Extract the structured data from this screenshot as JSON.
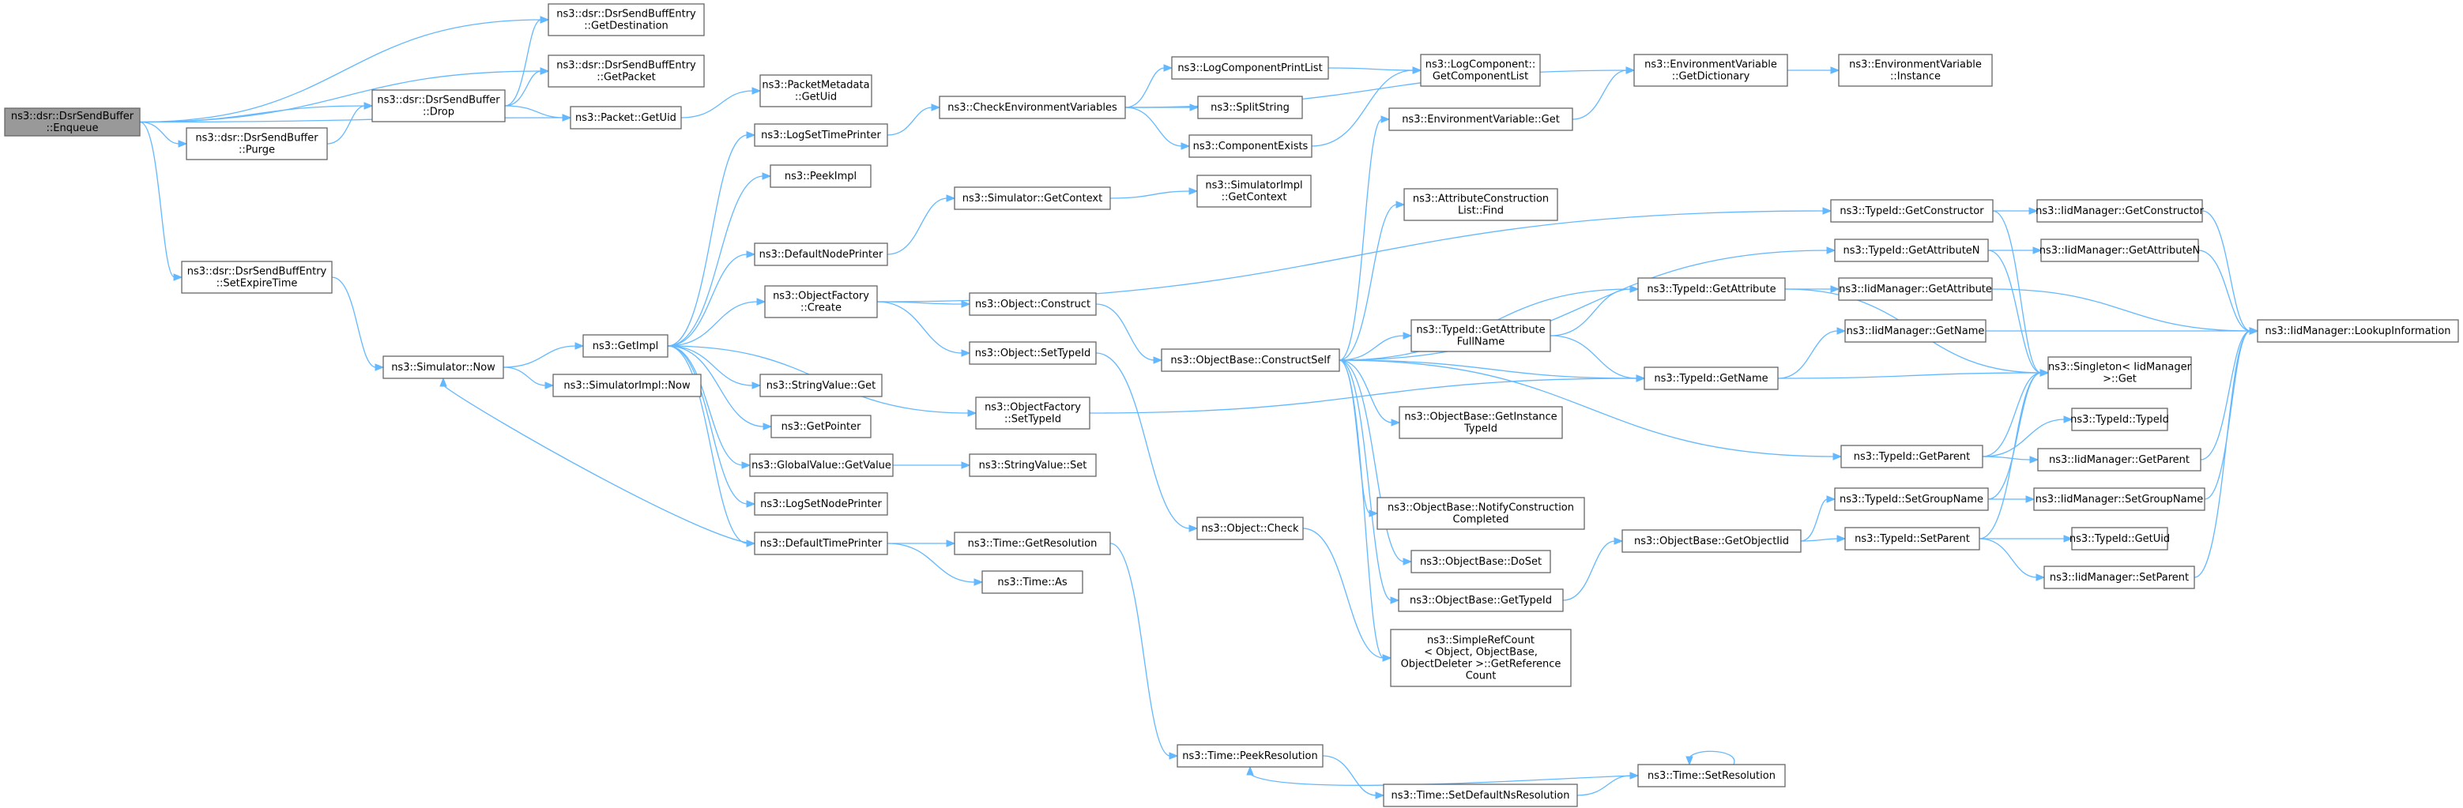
{
  "title": "",
  "nodes": [
    {
      "id": "enqueue",
      "lines": [
        "ns3::dsr::DsrSendBuffer",
        "::Enqueue"
      ],
      "root": true
    },
    {
      "id": "getdest",
      "lines": [
        "ns3::dsr::DsrSendBuffEntry",
        "::GetDestination"
      ]
    },
    {
      "id": "getpacket",
      "lines": [
        "ns3::dsr::DsrSendBuffEntry",
        "::GetPacket"
      ]
    },
    {
      "id": "drop",
      "lines": [
        "ns3::dsr::DsrSendBuffer",
        "::Drop"
      ]
    },
    {
      "id": "pktgetuid",
      "lines": [
        "ns3::Packet::GetUid"
      ]
    },
    {
      "id": "purge",
      "lines": [
        "ns3::dsr::DsrSendBuffer",
        "::Purge"
      ]
    },
    {
      "id": "setexpire",
      "lines": [
        "ns3::dsr::DsrSendBuffEntry",
        "::SetExpireTime"
      ]
    },
    {
      "id": "pmgetuid",
      "lines": [
        "ns3::PacketMetadata",
        "::GetUid"
      ]
    },
    {
      "id": "simnow",
      "lines": [
        "ns3::Simulator::Now"
      ]
    },
    {
      "id": "getimpl",
      "lines": [
        "ns3::GetImpl"
      ]
    },
    {
      "id": "simimplnow",
      "lines": [
        "ns3::SimulatorImpl::Now"
      ]
    },
    {
      "id": "logsettime",
      "lines": [
        "ns3::LogSetTimePrinter"
      ]
    },
    {
      "id": "peekimpl",
      "lines": [
        "ns3::PeekImpl"
      ]
    },
    {
      "id": "defnodeprinter",
      "lines": [
        "ns3::DefaultNodePrinter"
      ]
    },
    {
      "id": "ofcreate",
      "lines": [
        "ns3::ObjectFactory",
        "::Create"
      ]
    },
    {
      "id": "svget",
      "lines": [
        "ns3::StringValue::Get"
      ]
    },
    {
      "id": "getpointer",
      "lines": [
        "ns3::GetPointer"
      ]
    },
    {
      "id": "gvgetvalue",
      "lines": [
        "ns3::GlobalValue::GetValue"
      ]
    },
    {
      "id": "logsetnode",
      "lines": [
        "ns3::LogSetNodePrinter"
      ]
    },
    {
      "id": "deftimeprinter",
      "lines": [
        "ns3::DefaultTimePrinter"
      ]
    },
    {
      "id": "checkenv",
      "lines": [
        "ns3::CheckEnvironmentVariables"
      ]
    },
    {
      "id": "simgetctx",
      "lines": [
        "ns3::Simulator::GetContext"
      ]
    },
    {
      "id": "objconstruct",
      "lines": [
        "ns3::Object::Construct"
      ]
    },
    {
      "id": "objsettypeid",
      "lines": [
        "ns3::Object::SetTypeId"
      ]
    },
    {
      "id": "ofsettypeid",
      "lines": [
        "ns3::ObjectFactory",
        "::SetTypeId"
      ]
    },
    {
      "id": "svset",
      "lines": [
        "ns3::StringValue::Set"
      ]
    },
    {
      "id": "timegetres",
      "lines": [
        "ns3::Time::GetResolution"
      ]
    },
    {
      "id": "timeas",
      "lines": [
        "ns3::Time::As"
      ]
    },
    {
      "id": "logcompprint",
      "lines": [
        "ns3::LogComponentPrintList"
      ]
    },
    {
      "id": "splitstring",
      "lines": [
        "ns3::SplitString"
      ]
    },
    {
      "id": "compexists",
      "lines": [
        "ns3::ComponentExists"
      ]
    },
    {
      "id": "simimplgetctx",
      "lines": [
        "ns3::SimulatorImpl",
        "::GetContext"
      ]
    },
    {
      "id": "obconstructself",
      "lines": [
        "ns3::ObjectBase::ConstructSelf"
      ]
    },
    {
      "id": "objcheck",
      "lines": [
        "ns3::Object::Check"
      ]
    },
    {
      "id": "timepeekres",
      "lines": [
        "ns3::Time::PeekResolution"
      ]
    },
    {
      "id": "timesetdefns",
      "lines": [
        "ns3::Time::SetDefaultNsResolution"
      ]
    },
    {
      "id": "logcompgetlist",
      "lines": [
        "ns3::LogComponent::",
        "GetComponentList"
      ]
    },
    {
      "id": "envget",
      "lines": [
        "ns3::EnvironmentVariable::Get"
      ]
    },
    {
      "id": "attrfind",
      "lines": [
        "ns3::AttributeConstruction",
        "List::Find"
      ]
    },
    {
      "id": "tigetattrfull",
      "lines": [
        "ns3::TypeId::GetAttribute",
        "FullName"
      ]
    },
    {
      "id": "obgetinstance",
      "lines": [
        "ns3::ObjectBase::GetInstance",
        "TypeId"
      ]
    },
    {
      "id": "obnotify",
      "lines": [
        "ns3::ObjectBase::NotifyConstruction",
        "Completed"
      ]
    },
    {
      "id": "obdoset",
      "lines": [
        "ns3::ObjectBase::DoSet"
      ]
    },
    {
      "id": "obgettypeid",
      "lines": [
        "ns3::ObjectBase::GetTypeId"
      ]
    },
    {
      "id": "srcgetref",
      "lines": [
        "ns3::SimpleRefCount",
        "< Object, ObjectBase,",
        "ObjectDeleter >::GetReference",
        "Count"
      ]
    },
    {
      "id": "envgetdict",
      "lines": [
        "ns3::EnvironmentVariable",
        "::GetDictionary"
      ]
    },
    {
      "id": "obgetobjtid",
      "lines": [
        "ns3::ObjectBase::GetObjectIid"
      ]
    },
    {
      "id": "timesetres",
      "lines": [
        "ns3::Time::SetResolution"
      ]
    },
    {
      "id": "envinstance",
      "lines": [
        "ns3::EnvironmentVariable",
        "::Instance"
      ]
    },
    {
      "id": "tigetconstructor",
      "lines": [
        "ns3::TypeId::GetConstructor"
      ]
    },
    {
      "id": "tigetattrn",
      "lines": [
        "ns3::TypeId::GetAttributeN"
      ]
    },
    {
      "id": "tigetattribute",
      "lines": [
        "ns3::TypeId::GetAttribute"
      ]
    },
    {
      "id": "tigetname",
      "lines": [
        "ns3::TypeId::GetName"
      ]
    },
    {
      "id": "tigetparent",
      "lines": [
        "ns3::TypeId::GetParent"
      ]
    },
    {
      "id": "tisetgroup",
      "lines": [
        "ns3::TypeId::SetGroupName"
      ]
    },
    {
      "id": "tisetparent",
      "lines": [
        "ns3::TypeId::SetParent"
      ]
    },
    {
      "id": "imgetconstructor",
      "lines": [
        "ns3::IidManager::GetConstructor"
      ]
    },
    {
      "id": "imgetattrn",
      "lines": [
        "ns3::IidManager::GetAttributeN"
      ]
    },
    {
      "id": "imgetattribute",
      "lines": [
        "ns3::IidManager::GetAttribute"
      ]
    },
    {
      "id": "imgetname",
      "lines": [
        "ns3::IidManager::GetName"
      ]
    },
    {
      "id": "singletonget",
      "lines": [
        "ns3::Singleton< IidManager",
        " >::Get"
      ]
    },
    {
      "id": "titypeid",
      "lines": [
        "ns3::TypeId::TypeId"
      ]
    },
    {
      "id": "imgetparent",
      "lines": [
        "ns3::IidManager::GetParent"
      ]
    },
    {
      "id": "imsetgroup",
      "lines": [
        "ns3::IidManager::SetGroupName"
      ]
    },
    {
      "id": "tigetuid",
      "lines": [
        "ns3::TypeId::GetUid"
      ]
    },
    {
      "id": "imsetparent",
      "lines": [
        "ns3::IidManager::SetParent"
      ]
    },
    {
      "id": "imlookup",
      "lines": [
        "ns3::IidManager::LookupInformation"
      ]
    }
  ],
  "edges": [
    [
      "enqueue",
      "getdest"
    ],
    [
      "enqueue",
      "getpacket"
    ],
    [
      "enqueue",
      "drop"
    ],
    [
      "enqueue",
      "pktgetuid"
    ],
    [
      "enqueue",
      "purge"
    ],
    [
      "enqueue",
      "setexpire"
    ],
    [
      "drop",
      "getdest"
    ],
    [
      "drop",
      "getpacket"
    ],
    [
      "drop",
      "pktgetuid"
    ],
    [
      "purge",
      "drop"
    ],
    [
      "pktgetuid",
      "pmgetuid"
    ],
    [
      "setexpire",
      "simnow"
    ],
    [
      "simnow",
      "getimpl"
    ],
    [
      "simnow",
      "simimplnow"
    ],
    [
      "getimpl",
      "logsettime"
    ],
    [
      "getimpl",
      "peekimpl"
    ],
    [
      "getimpl",
      "defnodeprinter"
    ],
    [
      "getimpl",
      "ofcreate"
    ],
    [
      "getimpl",
      "svget"
    ],
    [
      "getimpl",
      "getpointer"
    ],
    [
      "getimpl",
      "gvgetvalue"
    ],
    [
      "getimpl",
      "logsetnode"
    ],
    [
      "getimpl",
      "deftimeprinter"
    ],
    [
      "getimpl",
      "ofsettypeid"
    ],
    [
      "logsettime",
      "checkenv"
    ],
    [
      "defnodeprinter",
      "simgetctx"
    ],
    [
      "ofcreate",
      "objconstruct"
    ],
    [
      "ofcreate",
      "objsettypeid"
    ],
    [
      "ofcreate",
      "tigetconstructor"
    ],
    [
      "gvgetvalue",
      "svset"
    ],
    [
      "deftimeprinter",
      "simnow"
    ],
    [
      "deftimeprinter",
      "timegetres"
    ],
    [
      "deftimeprinter",
      "timeas"
    ],
    [
      "checkenv",
      "envgetdict"
    ],
    [
      "checkenv",
      "logcompprint"
    ],
    [
      "checkenv",
      "splitstring"
    ],
    [
      "checkenv",
      "compexists"
    ],
    [
      "simgetctx",
      "simimplgetctx"
    ],
    [
      "objconstruct",
      "obconstructself"
    ],
    [
      "objsettypeid",
      "objcheck"
    ],
    [
      "ofsettypeid",
      "tigetname"
    ],
    [
      "timegetres",
      "timepeekres"
    ],
    [
      "logcompprint",
      "logcompgetlist"
    ],
    [
      "compexists",
      "logcompgetlist"
    ],
    [
      "obconstructself",
      "envget"
    ],
    [
      "obconstructself",
      "attrfind"
    ],
    [
      "obconstructself",
      "tigetattrn"
    ],
    [
      "obconstructself",
      "tigetattribute"
    ],
    [
      "obconstructself",
      "tigetattrfull"
    ],
    [
      "obconstructself",
      "tigetname"
    ],
    [
      "obconstructself",
      "obgetinstance"
    ],
    [
      "obconstructself",
      "tigetparent"
    ],
    [
      "obconstructself",
      "obnotify"
    ],
    [
      "obconstructself",
      "obdoset"
    ],
    [
      "obconstructself",
      "obgettypeid"
    ],
    [
      "obconstructself",
      "srcgetref"
    ],
    [
      "objcheck",
      "srcgetref"
    ],
    [
      "timepeekres",
      "timesetdefns"
    ],
    [
      "timesetdefns",
      "timesetres"
    ],
    [
      "timesetres",
      "timepeekres"
    ],
    [
      "timesetres",
      "timesetres"
    ],
    [
      "envget",
      "envgetdict"
    ],
    [
      "envgetdict",
      "envinstance"
    ],
    [
      "tigetattrfull",
      "tigetattribute"
    ],
    [
      "tigetattrfull",
      "tigetname"
    ],
    [
      "obgettypeid",
      "obgetobjtid"
    ],
    [
      "obgetobjtid",
      "tisetgroup"
    ],
    [
      "obgetobjtid",
      "tisetparent"
    ],
    [
      "tigetconstructor",
      "imgetconstructor"
    ],
    [
      "tigetconstructor",
      "singletonget"
    ],
    [
      "tigetattrn",
      "imgetattrn"
    ],
    [
      "tigetattrn",
      "singletonget"
    ],
    [
      "tigetattribute",
      "imgetattribute"
    ],
    [
      "tigetattribute",
      "singletonget"
    ],
    [
      "tigetname",
      "imgetname"
    ],
    [
      "tigetname",
      "singletonget"
    ],
    [
      "tigetparent",
      "imgetparent"
    ],
    [
      "tigetparent",
      "singletonget"
    ],
    [
      "tigetparent",
      "titypeid"
    ],
    [
      "tisetgroup",
      "imsetgroup"
    ],
    [
      "tisetgroup",
      "singletonget"
    ],
    [
      "tisetparent",
      "tigetuid"
    ],
    [
      "tisetparent",
      "imsetparent"
    ],
    [
      "tisetparent",
      "singletonget"
    ],
    [
      "imgetconstructor",
      "imlookup"
    ],
    [
      "imgetattrn",
      "imlookup"
    ],
    [
      "imgetattribute",
      "imlookup"
    ],
    [
      "imgetname",
      "imlookup"
    ],
    [
      "imgetparent",
      "imlookup"
    ],
    [
      "imsetgroup",
      "imlookup"
    ],
    [
      "imsetparent",
      "imlookup"
    ]
  ]
}
